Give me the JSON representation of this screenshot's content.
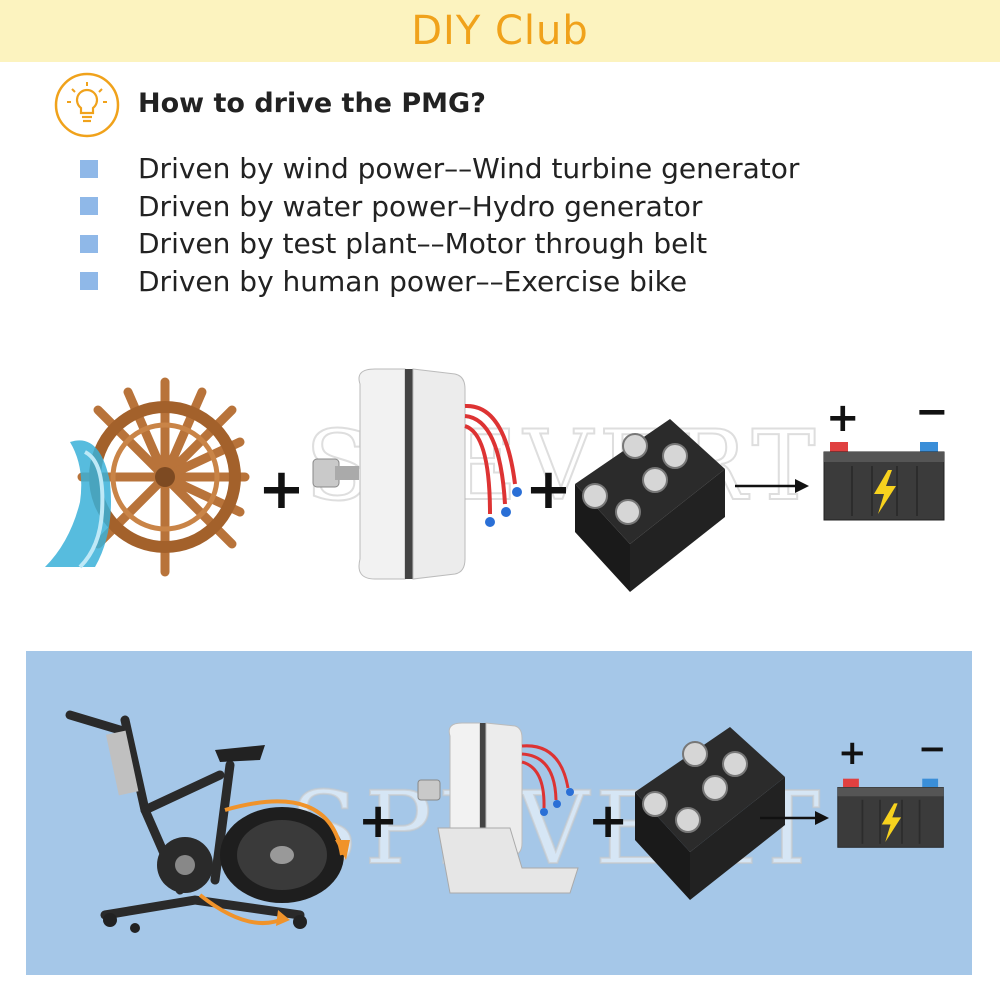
{
  "header": {
    "title": "DIY Club"
  },
  "question": {
    "text": "How to drive the PMG?"
  },
  "methods": [
    {
      "text": "Driven by wind power––Wind turbine generator"
    },
    {
      "text": "Driven by water power–Hydro generator"
    },
    {
      "text": "Driven by test plant––Motor through belt"
    },
    {
      "text": "Driven by human power––Exercise bike"
    }
  ],
  "diagram1": {
    "plus_1": "+",
    "plus_2": "+",
    "battery_plus": "+",
    "battery_minus": "−",
    "watermark": "SPEVERT"
  },
  "diagram2": {
    "plus_1": "+",
    "plus_2": "+",
    "battery_plus": "+",
    "battery_minus": "−",
    "watermark": "SPEVERT"
  },
  "colors": {
    "banner_bg": "#fcf3bf",
    "banner_text": "#f0a21b",
    "bullet": "#8fb8e8",
    "panel_bg": "#a5c7e8",
    "wheel": "#b8733a",
    "water": "#3ab0d8"
  },
  "icons": [
    "lightbulb-icon",
    "water-wheel",
    "generator",
    "rectifier-bridge",
    "arrow-right-icon",
    "battery-icon",
    "exercise-bike"
  ]
}
